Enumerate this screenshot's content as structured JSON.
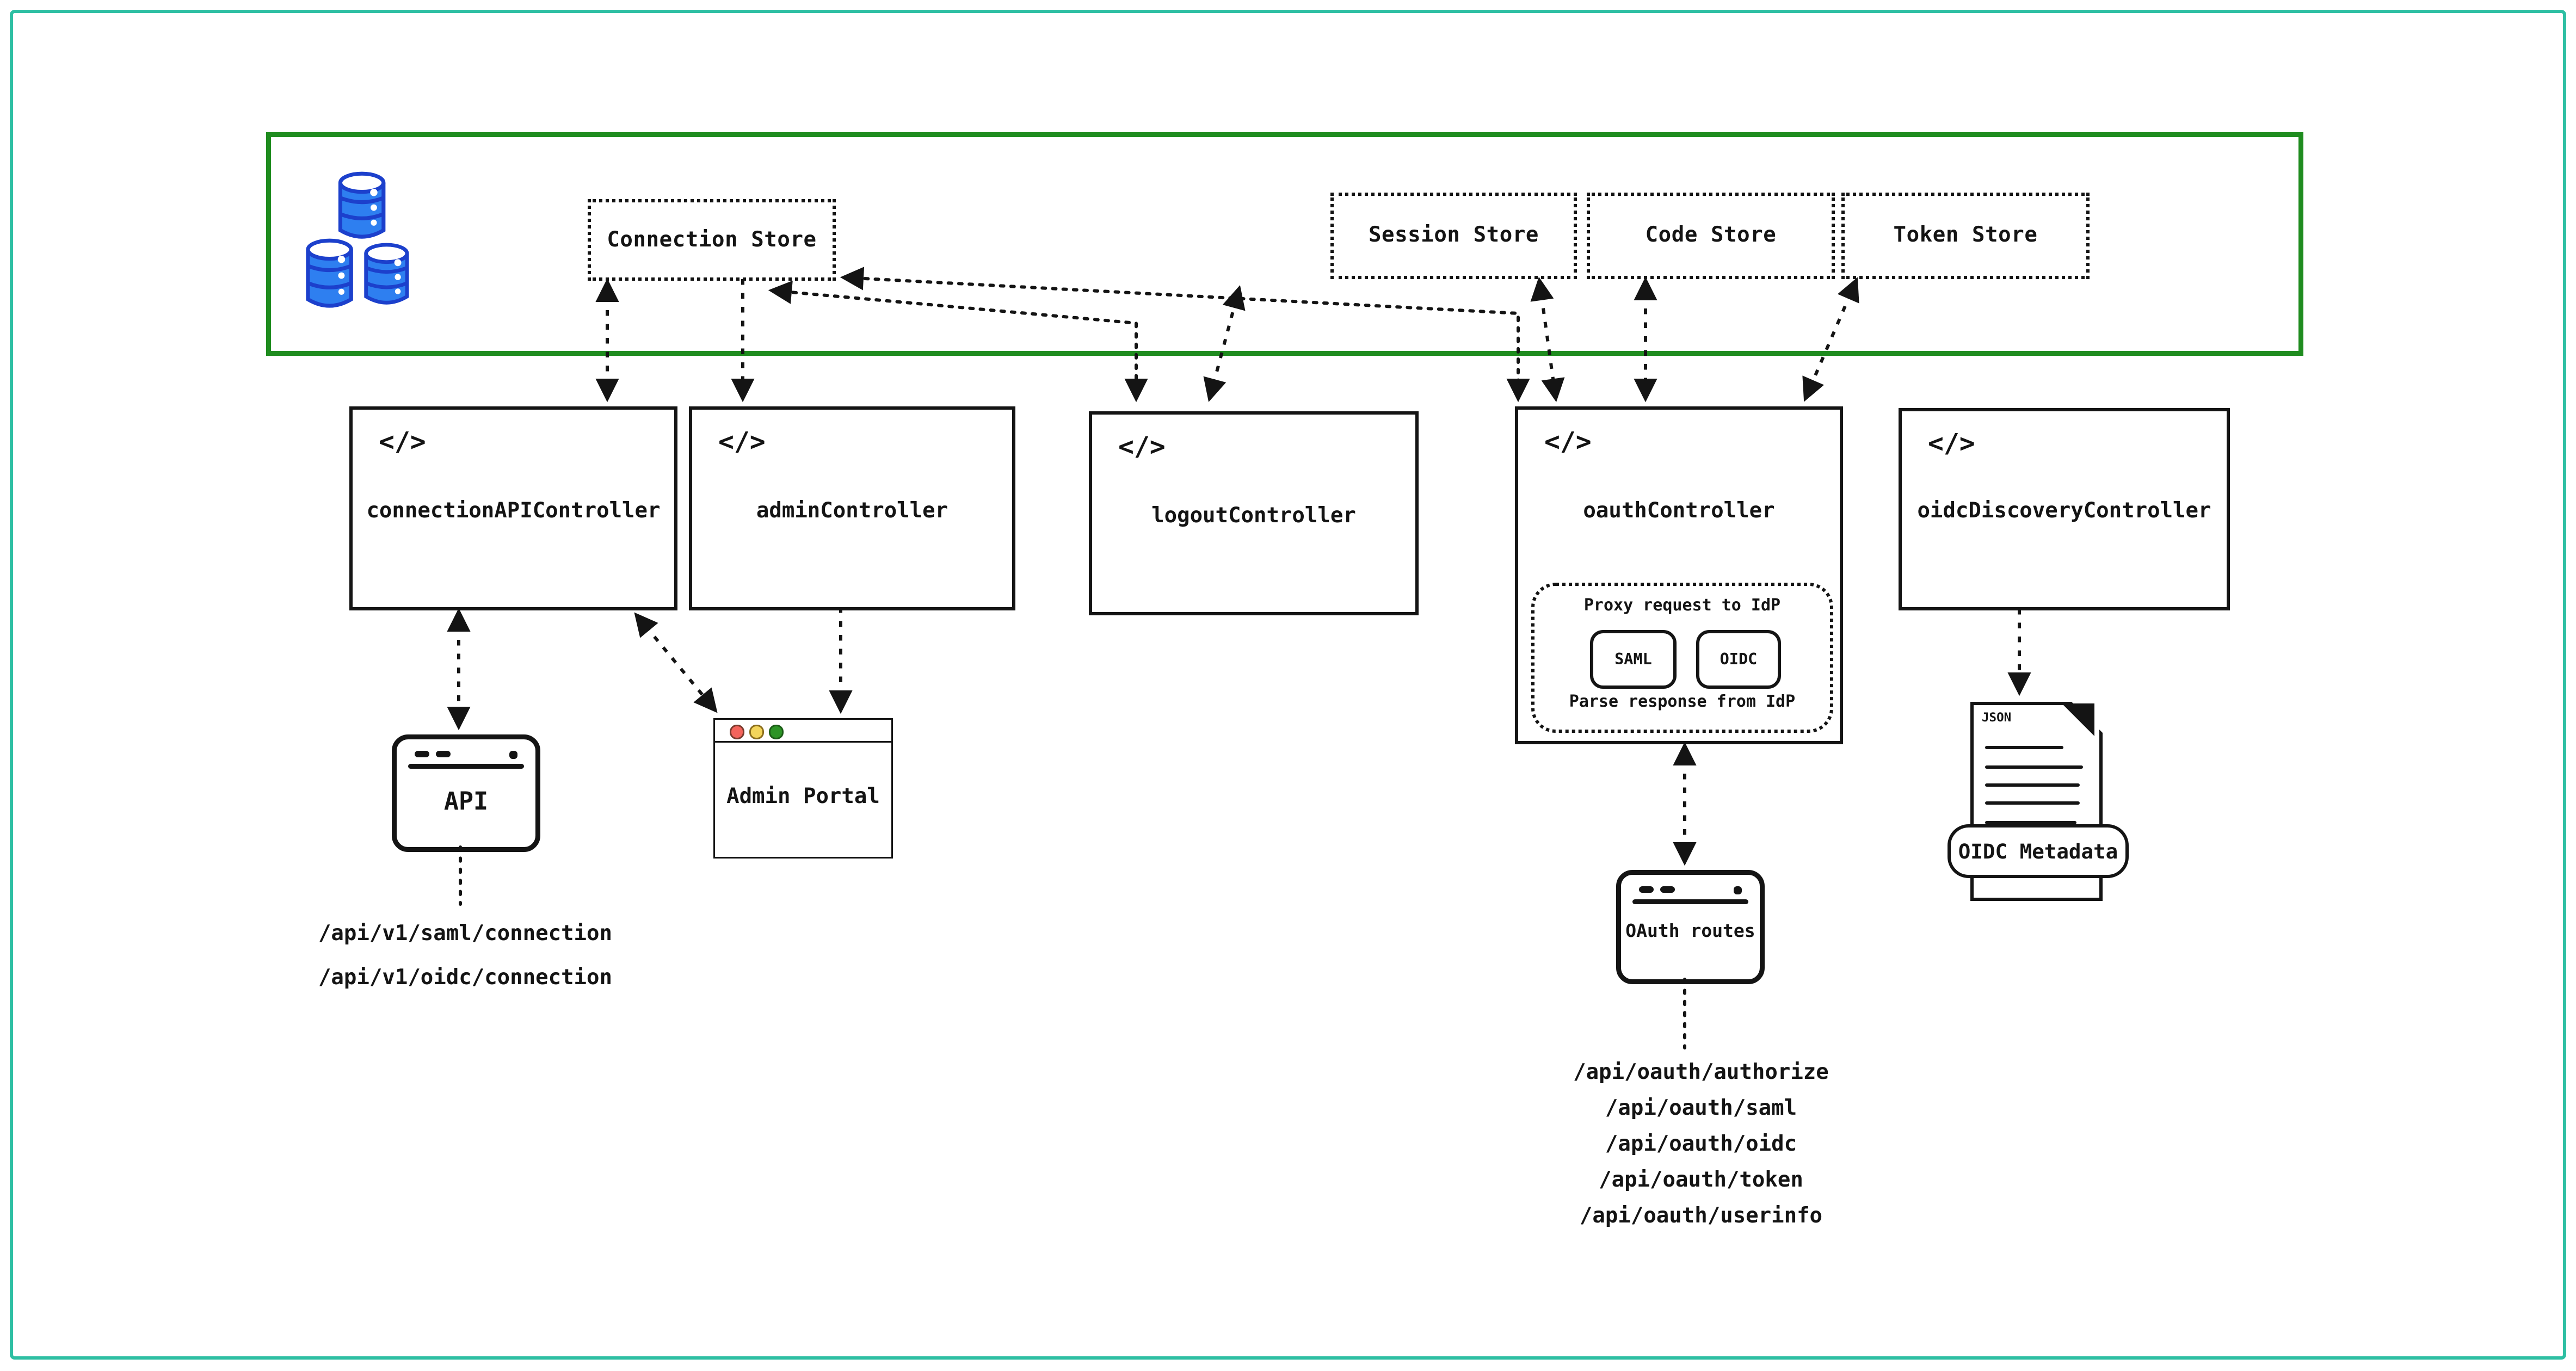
{
  "colors": {
    "frame": "#2ebfa3",
    "store_layer_border": "#1f8c1f",
    "ink": "#141414",
    "barrel_fill": "#2e7ff0",
    "barrel_stroke": "#1c40cc",
    "traffic_red": "#f4645c",
    "traffic_yellow": "#f3d55b",
    "traffic_green": "#2d9426"
  },
  "icons": {
    "code": "</>",
    "database": "database-barrels-icon"
  },
  "store_layer": {
    "stores": [
      {
        "label": "Connection Store"
      },
      {
        "label": "Session Store"
      },
      {
        "label": "Code Store"
      },
      {
        "label": "Token Store"
      }
    ]
  },
  "controllers": [
    {
      "label": "connectionAPIController"
    },
    {
      "label": "adminController"
    },
    {
      "label": "logoutController"
    },
    {
      "label": "oauthController"
    },
    {
      "label": "oidcDiscoveryController"
    }
  ],
  "oauth_internal": {
    "note_top": "Proxy request to IdP",
    "note_bottom": "Parse response from IdP",
    "protocols": [
      {
        "label": "SAML"
      },
      {
        "label": "OIDC"
      }
    ]
  },
  "clients": {
    "api": {
      "label": "API"
    },
    "admin_portal": {
      "label": "Admin Portal"
    },
    "oauth_routes": {
      "label": "OAuth routes"
    },
    "oidc_metadata": {
      "label": "OIDC Metadata",
      "file_type": "JSON"
    }
  },
  "routes": {
    "connection_api": [
      "/api/v1/saml/connection",
      "/api/v1/oidc/connection"
    ],
    "oauth": [
      "/api/oauth/authorize",
      "/api/oauth/saml",
      "/api/oauth/oidc",
      "/api/oauth/token",
      "/api/oauth/userinfo"
    ]
  }
}
